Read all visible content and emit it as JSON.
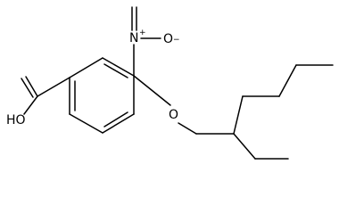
{
  "molecule": {
    "atoms": {
      "ho": "HO",
      "ring_o": "O",
      "nitro_n": "N",
      "nitro_o": "O",
      "n_charge": "+",
      "o_charge": "−"
    }
  },
  "colors": {
    "bond": "#000000",
    "text": "#000000",
    "background": "#ffffff"
  }
}
